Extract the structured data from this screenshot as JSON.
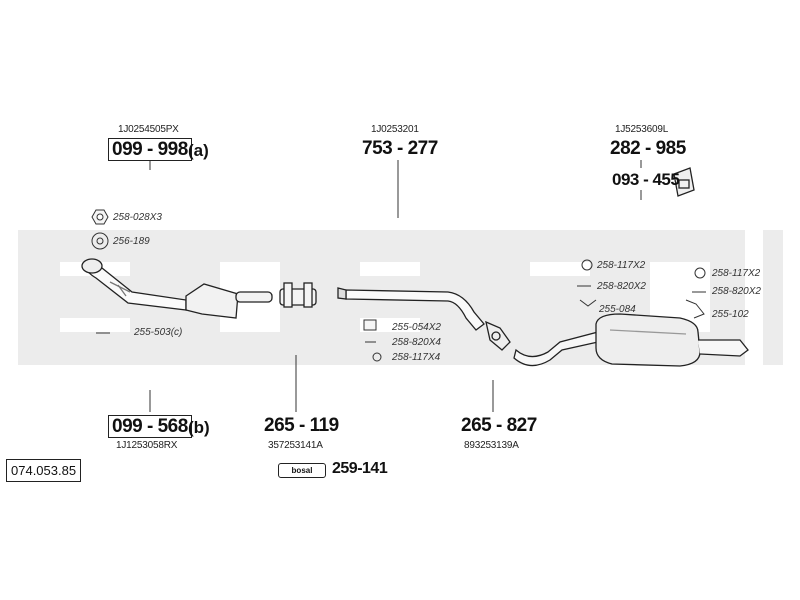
{
  "watermark": "bosal",
  "reference": "074.053.85",
  "parts": {
    "cat_converter": {
      "oem": "1J0254505PX",
      "number": "099 - 998",
      "suffix": "(a)"
    },
    "front_pipe": {
      "oem": "1J1253058RX",
      "number": "099 - 568",
      "suffix": "(b)"
    },
    "tail_pipe": {
      "oem": "1J0253201",
      "number": "753 - 277"
    },
    "center_pipe": {
      "oem": "357253141A",
      "number": "265 - 119"
    },
    "rear_muffler": {
      "oem": "893253139A",
      "number": "265 - 827"
    },
    "hanger": {
      "oem": "1J5253609L",
      "number": "282 - 985"
    },
    "mounting_kit": {
      "number": "093 - 455"
    },
    "paste": {
      "number": "259-141",
      "badge": "bosal"
    }
  },
  "accessories": {
    "a1": "258-028X3",
    "a2": "256-189",
    "a3": "255-503(c)",
    "a4": "255-054X2",
    "a5": "258-820X4",
    "a6": "258-117X4",
    "a7": "258-117X2",
    "a8": "258-820X2",
    "a9": "255-084",
    "a10": "258-117X2",
    "a11": "258-820X2",
    "a12": "255-102"
  }
}
